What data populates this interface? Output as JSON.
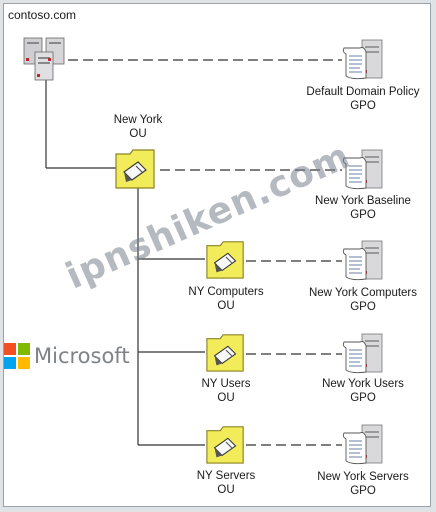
{
  "domain": {
    "name": "contoso.com"
  },
  "ous": {
    "new_york": {
      "line1": "New York",
      "line2": "OU"
    },
    "ny_computers": {
      "line1": "NY Computers",
      "line2": "OU"
    },
    "ny_users": {
      "line1": "NY Users",
      "line2": "OU"
    },
    "ny_servers": {
      "line1": "NY Servers",
      "line2": "OU"
    }
  },
  "gpos": {
    "default_domain": {
      "line1": "Default Domain Policy",
      "line2": "GPO"
    },
    "ny_baseline": {
      "line1": "New York Baseline",
      "line2": "GPO"
    },
    "ny_computers": {
      "line1": "New York Computers",
      "line2": "GPO"
    },
    "ny_users": {
      "line1": "New York Users",
      "line2": "GPO"
    },
    "ny_servers": {
      "line1": "New York Servers",
      "line2": "GPO"
    }
  },
  "overlay": {
    "watermark": "ipnshiken.com",
    "brand_logo": "Microsoft",
    "brand_colors": [
      "#f25022",
      "#7fba00",
      "#00a4ef",
      "#ffb900"
    ]
  },
  "colors": {
    "folder_fill": "#f2ec5a",
    "folder_stroke": "#8a8320",
    "server_body": "#d9d9dc",
    "server_accent": "#c0262b",
    "line": "#333333"
  }
}
